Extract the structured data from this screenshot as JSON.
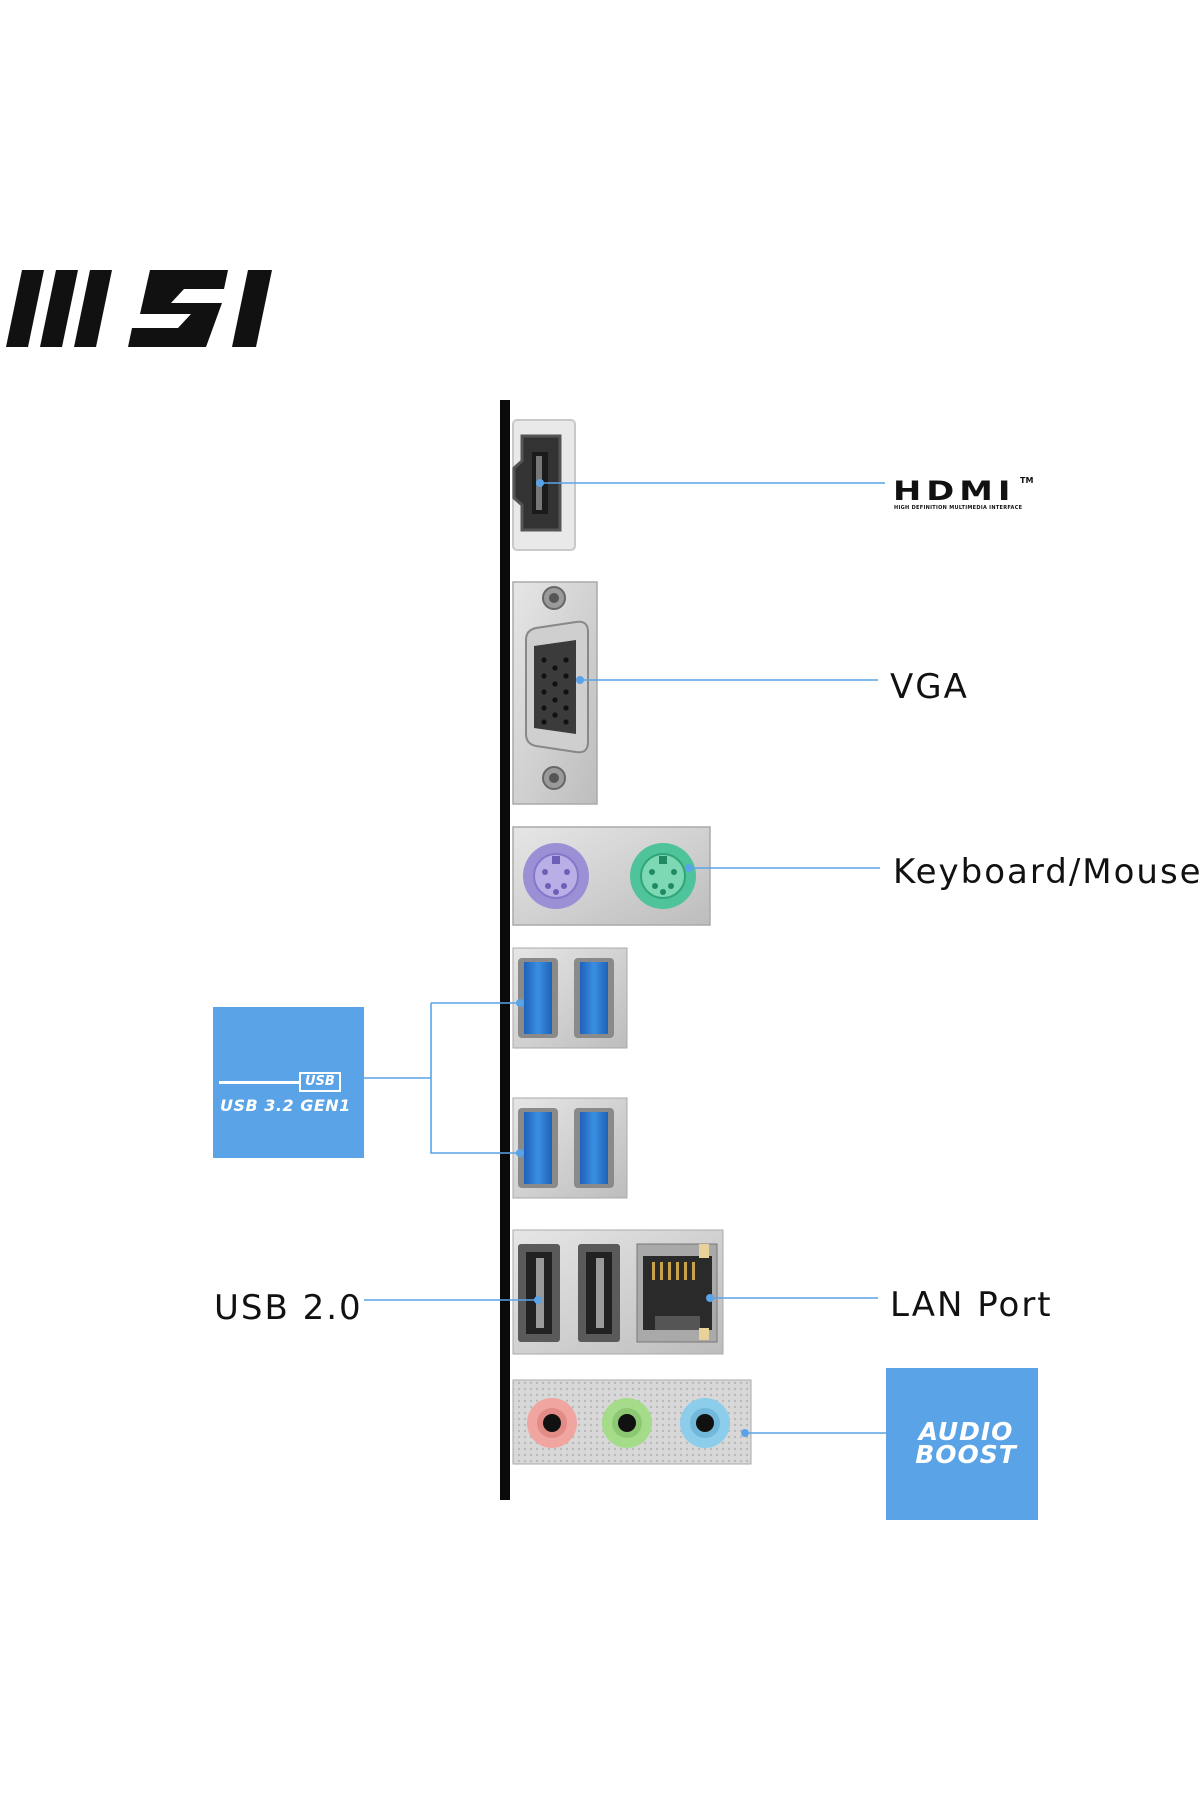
{
  "brand": {
    "logo_text": "MSI"
  },
  "ports": {
    "hdmi": {
      "word": "HDMI",
      "trademark": "TM",
      "subtitle": "HIGH DEFINITION MULTIMEDIA INTERFACE"
    },
    "vga": {
      "label": "VGA"
    },
    "ps2": {
      "label": "Keyboard/Mouse"
    },
    "usb32": {
      "logo": "USB",
      "text": "USB 3.2 GEN1"
    },
    "usb2": {
      "label": "USB 2.0"
    },
    "lan": {
      "label": "LAN Port"
    },
    "audio": {
      "line1": "AUDIO",
      "line2": "BOOST"
    }
  },
  "colors": {
    "leader_line": "#5aa3e6",
    "badge": "#5aa3e6",
    "usb3_blue": "#2f7fd6",
    "ps2_keyboard": "#9b8fd6",
    "ps2_mouse": "#4fc39a",
    "audio_pink": "#f0a5a0",
    "audio_green": "#a5dc8a",
    "audio_blue": "#8ccdeb"
  },
  "icons": [
    "msi-logo",
    "hdmi-port",
    "vga-port",
    "ps2-port",
    "usb3-port",
    "usb2-port",
    "rj45-port",
    "audio-jack"
  ]
}
